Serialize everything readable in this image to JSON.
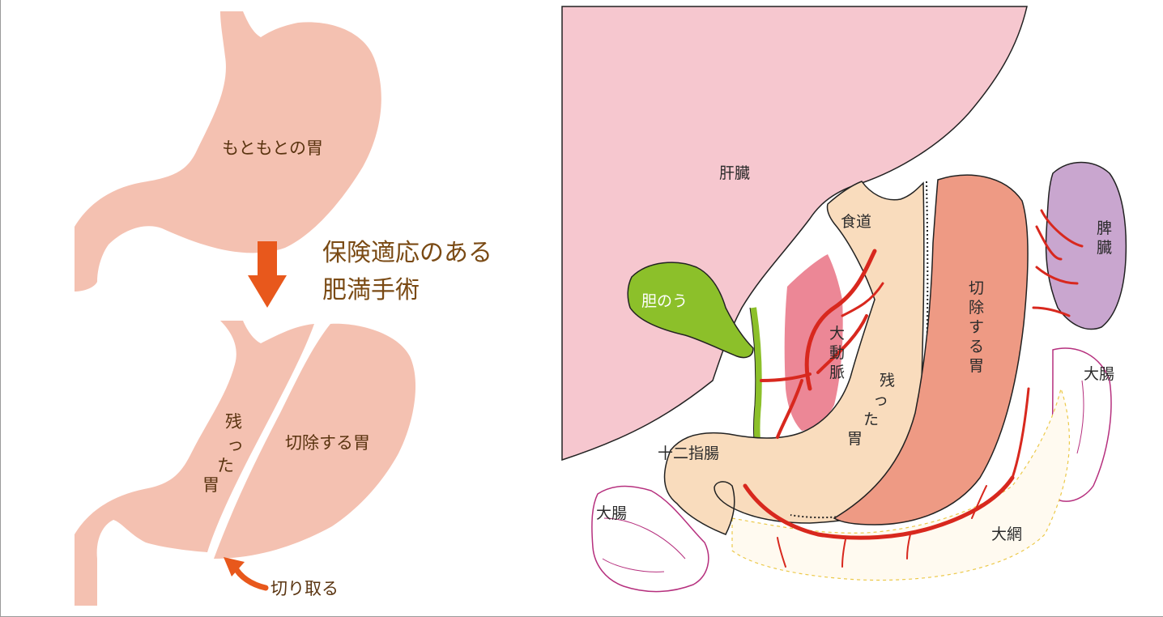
{
  "left_panel": {
    "original_stomach_label": "もともとの胃",
    "title_line1": "保険適応のある",
    "title_line2": "肥満手術",
    "remaining_stomach_chars": [
      "残",
      "っ",
      "た",
      "胃"
    ],
    "removed_stomach_label": "切除する胃",
    "cut_label": "切り取る"
  },
  "right_panel": {
    "liver": "肝臓",
    "esophagus": "食道",
    "gallbladder": "胆のう",
    "aorta_chars": [
      "大",
      "動",
      "脈"
    ],
    "remaining_stomach_chars": [
      "残",
      "っ",
      "た",
      "胃"
    ],
    "removed_stomach_chars": [
      "切",
      "除",
      "す",
      "る",
      "胃"
    ],
    "spleen_chars": [
      "脾",
      "臓"
    ],
    "large_intestine_right": "大腸",
    "duodenum": "十二指腸",
    "large_intestine_left": "大腸",
    "omentum": "大網"
  },
  "colors": {
    "stomach_left": "#f4c1b1",
    "arrow": "#e8581c",
    "title_text": "#7a4a14",
    "liver": "#f6c7cf",
    "stomach_remaining": "#f9dcbd",
    "stomach_removed": "#ee9a84",
    "gallbladder": "#8cc02a",
    "aorta_area": "#ec8796",
    "spleen": "#c9a6cf",
    "vessels": "#d8281e",
    "intestine_outline": "#b6307e",
    "fat": "#ecc94a"
  }
}
